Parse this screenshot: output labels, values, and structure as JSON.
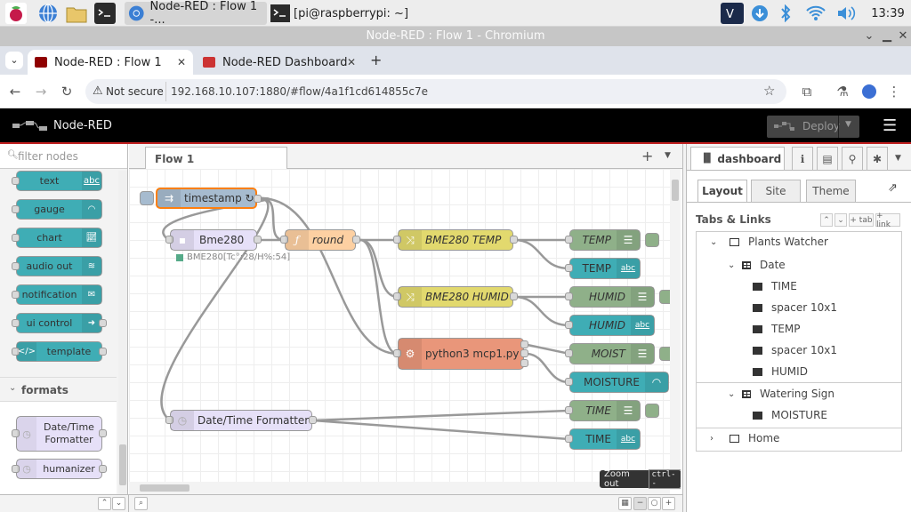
{
  "taskbar": {
    "tasks": [
      {
        "label": "Node-RED : Flow 1 -..."
      },
      {
        "label": "[pi@raspberrypi: ~]"
      }
    ],
    "clock": "13:39"
  },
  "window": {
    "title": "Node-RED : Flow 1 - Chromium"
  },
  "browser": {
    "tabs": [
      {
        "label": "Node-RED : Flow 1"
      },
      {
        "label": "Node-RED Dashboard"
      }
    ],
    "not_secure": "Not secure",
    "url": "192.168.10.107:1880/#flow/4a1f1cd614855c7e"
  },
  "nodered": {
    "title": "Node-RED",
    "deploy": "Deploy"
  },
  "palette": {
    "filter_placeholder": "filter nodes",
    "nodes": [
      {
        "label": "text",
        "icon": "abc"
      },
      {
        "label": "gauge",
        "icon": "gauge-icon"
      },
      {
        "label": "chart",
        "icon": "chart-icon"
      },
      {
        "label": "audio out",
        "icon": "audio-icon"
      },
      {
        "label": "notification",
        "icon": "envelope-icon"
      },
      {
        "label": "ui control",
        "icon": "arrow-icon"
      },
      {
        "label": "template",
        "icon": "code-icon"
      }
    ],
    "category": "formats",
    "format_nodes": [
      {
        "label": "Date/Time Formatter"
      },
      {
        "label": "humanizer"
      }
    ]
  },
  "workspace": {
    "tab": "Flow 1",
    "nodes": {
      "timestamp": "timestamp ↻",
      "bme280": "Bme280",
      "bme_status": "BME280[Tc°:28/H%:54]",
      "round": "round",
      "bme_temp": "BME280 TEMP",
      "bme_humid": "BME280 HUMID",
      "python": "python3 mcp1.py",
      "datetime": "Date/Time Formatter",
      "temp_chart": "TEMP",
      "temp_text": "TEMP",
      "humid_chart": "HUMID",
      "humid_text": "HUMID",
      "moist_chart": "MOIST",
      "moisture_gauge": "MOISTURE",
      "time_chart": "TIME",
      "time_text": "TIME"
    },
    "abc": "abc",
    "tooltip": "Zoom out",
    "tooltip_key": "ctrl--"
  },
  "sidebar": {
    "active_tab": "dashboard",
    "layout_tabs": [
      "Layout",
      "Site",
      "Theme"
    ],
    "section": "Tabs & Links",
    "btn_tab": "+ tab",
    "btn_link": "+ link",
    "tree": [
      {
        "label": "Plants Watcher",
        "kind": "tab",
        "level": 0,
        "expanded": true
      },
      {
        "label": "Date",
        "kind": "group",
        "level": 1,
        "expanded": true
      },
      {
        "label": "TIME",
        "kind": "widget",
        "level": 2
      },
      {
        "label": "spacer 10x1",
        "kind": "widget",
        "level": 2
      },
      {
        "label": "TEMP",
        "kind": "widget",
        "level": 2
      },
      {
        "label": "spacer 10x1",
        "kind": "widget",
        "level": 2
      },
      {
        "label": "HUMID",
        "kind": "widget",
        "level": 2
      },
      {
        "label": "Watering Sign",
        "kind": "group",
        "level": 1,
        "expanded": true
      },
      {
        "label": "MOISTURE",
        "kind": "widget",
        "level": 2
      },
      {
        "label": "Home",
        "kind": "tab",
        "level": 0,
        "expanded": false
      }
    ]
  },
  "colors": {
    "ui_node": "#3fadb5",
    "function": "#fdd0a2",
    "change": "#e2d96e",
    "exec": "#e9967a",
    "chart_node": "#8fb089",
    "inject": "#a6bbcf",
    "formatter": "#e6e0f8"
  }
}
